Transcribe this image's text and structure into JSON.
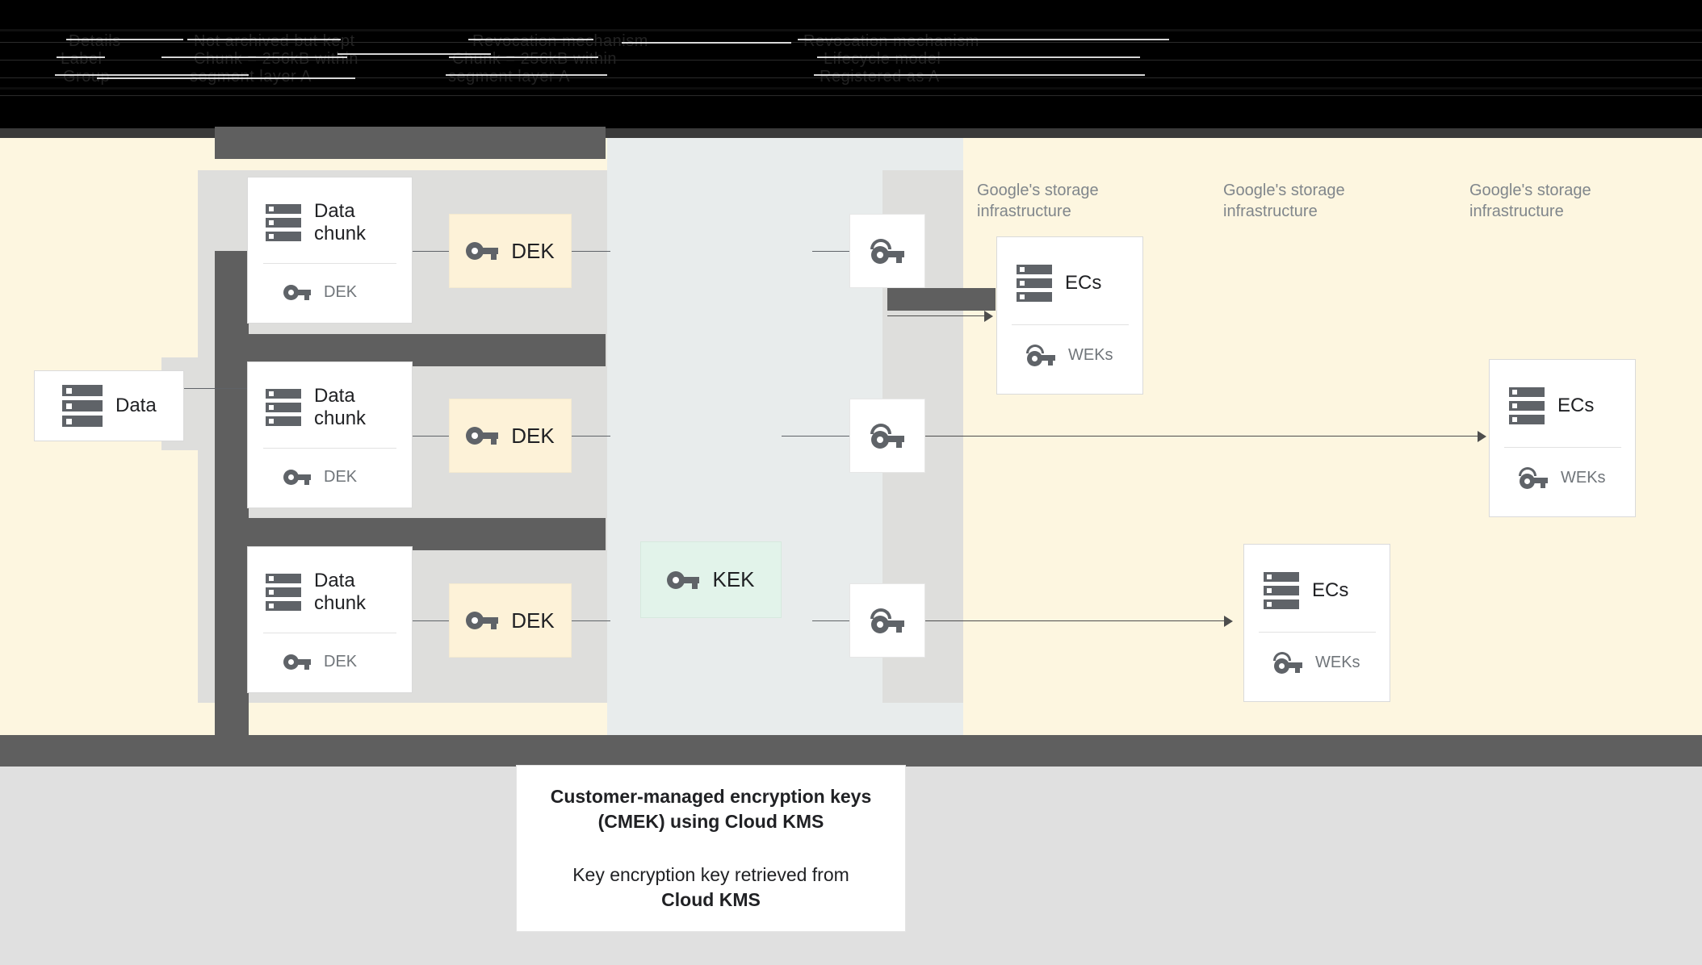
{
  "top_band": {
    "note": "obscured/garbled dark text rows",
    "rows": [
      {
        "segments": [
          "Details",
          "Not archived but kept",
          "Revocation mechanism"
        ]
      },
      {
        "segments": [
          "Label",
          "Chunk = 256kB within",
          "Lifecycle model"
        ]
      },
      {
        "segments": [
          "Group",
          "segment layer A",
          "Registered as A"
        ]
      }
    ]
  },
  "diagram": {
    "data_box": {
      "label": "Data",
      "icon": "server-icon"
    },
    "chunks": [
      {
        "title": "Data chunk",
        "key_label": "DEK",
        "icon": "server-icon",
        "key_icon": "key-icon"
      },
      {
        "title": "Data chunk",
        "key_label": "DEK",
        "icon": "server-icon",
        "key_icon": "key-icon"
      },
      {
        "title": "Data chunk",
        "key_label": "DEK",
        "icon": "server-icon",
        "key_icon": "key-icon"
      }
    ],
    "dek_chips": [
      {
        "label": "DEK",
        "icon": "key-icon"
      },
      {
        "label": "DEK",
        "icon": "key-icon"
      },
      {
        "label": "DEK",
        "icon": "key-icon"
      }
    ],
    "kek_chip": {
      "label": "KEK",
      "icon": "key-icon"
    },
    "wrapped_keys": [
      {
        "icon": "wrapped-key-icon"
      },
      {
        "icon": "wrapped-key-icon"
      },
      {
        "icon": "wrapped-key-icon"
      }
    ],
    "infra_labels": [
      "Google's storage infrastructure",
      "Google's storage infrastructure",
      "Google's storage infrastructure"
    ],
    "ec_boxes": [
      {
        "title": "ECs",
        "key_label": "WEKs",
        "icon": "server-icon",
        "key_icon": "wrapped-key-icon"
      },
      {
        "title": "ECs",
        "key_label": "WEKs",
        "icon": "server-icon",
        "key_icon": "wrapped-key-icon"
      },
      {
        "title": "ECs",
        "key_label": "WEKs",
        "icon": "server-icon",
        "key_icon": "wrapped-key-icon"
      }
    ]
  },
  "caption": {
    "bold_line_1": "Customer-managed encryption keys",
    "bold_line_2": "(CMEK) using Cloud KMS",
    "regular_line": "Key encryption key retrieved from",
    "regular_bold": "Cloud KMS"
  },
  "colors": {
    "cream": "#fdf6e0",
    "blue_gray": "#e8ecec",
    "dark_gray": "#5f5f5f",
    "light_gray": "#dededc",
    "page_gray": "#e0e0e0",
    "kek_green": "#e2f3ea",
    "dek_cream": "#fdf2d8"
  }
}
